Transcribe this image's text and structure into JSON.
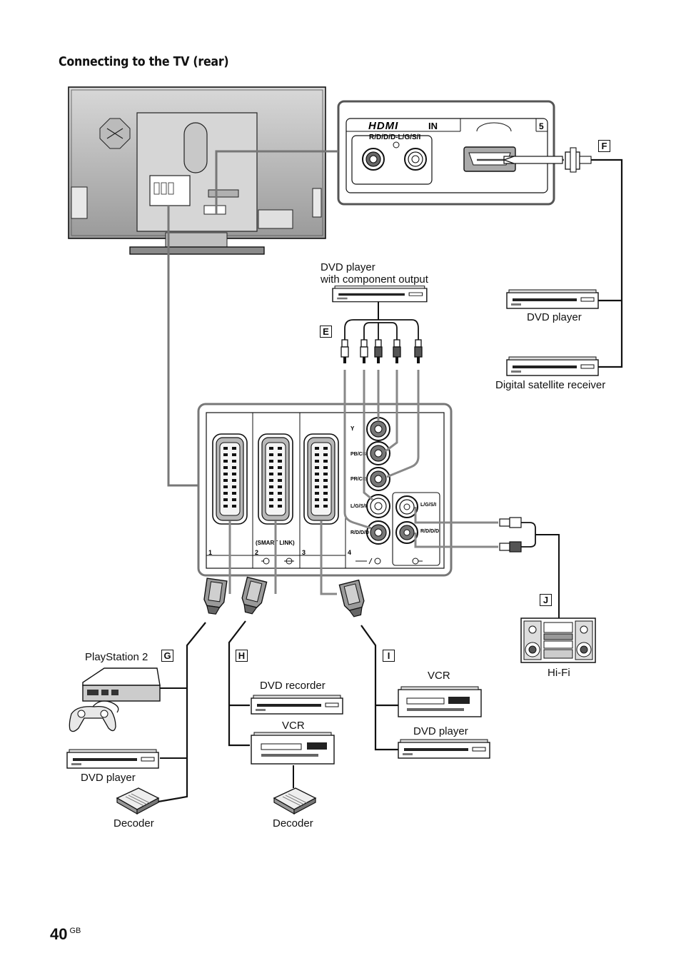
{
  "title": "Connecting to the TV (rear)",
  "hdmi_panel": {
    "logo": "HDMI",
    "in_label": "IN",
    "audio_label": "R/D/D/D-L/G/S/I",
    "port_number": "5"
  },
  "av_panel": {
    "socket_numbers": [
      "1",
      "2",
      "3",
      "4"
    ],
    "smartlink_label": "(SMART LINK)",
    "jack_labels": {
      "y": "Y",
      "pb": "PB/CB",
      "pr": "PR/CR",
      "left": "L/G/S/I",
      "right": "R/D/D/D",
      "out_left": "L/G/S/I",
      "out_right": "R/D/D/D"
    }
  },
  "badges": {
    "e": "E",
    "f": "F",
    "g": "G",
    "h": "H",
    "i": "I",
    "j": "J"
  },
  "devices": {
    "dvd_component_line1": "DVD player",
    "dvd_component_line2": "with component output",
    "dvd_player_f": "DVD player",
    "satellite": "Digital satellite receiver",
    "playstation": "PlayStation 2",
    "dvd_player_g": "DVD player",
    "decoder_g": "Decoder",
    "dvd_recorder": "DVD recorder",
    "vcr_h": "VCR",
    "decoder_h": "Decoder",
    "vcr_i": "VCR",
    "dvd_player_i": "DVD player",
    "hifi": "Hi-Fi"
  },
  "page": {
    "number": "40",
    "suffix": "GB"
  }
}
